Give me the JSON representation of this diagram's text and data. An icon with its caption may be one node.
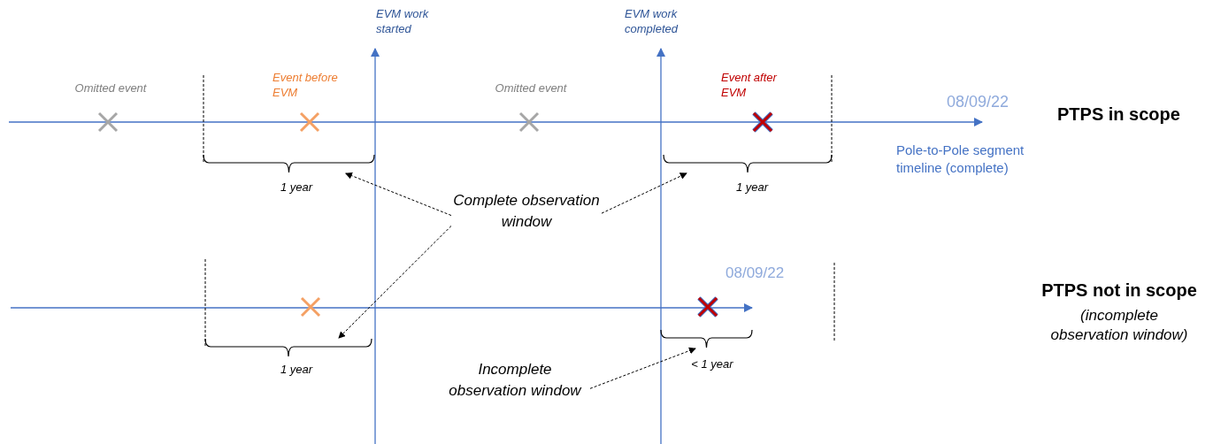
{
  "diagram": {
    "nodes": [
      {
        "text": [
          "Complete observation window"
        ]
      },
      {
        "text": [
          "Incomplete observation window"
        ]
      },
      {
        "text": [],
        "shape": "brace",
        "beside": [
          "1 year"
        ]
      },
      {
        "text": [],
        "shape": "brace",
        "beside": [
          "1 year"
        ]
      },
      {
        "text": [],
        "shape": "brace",
        "beside": [
          "1 year"
        ]
      },
      {
        "text": [],
        "shape": "brace",
        "beside": [
          "< 1 year"
        ]
      }
    ],
    "edges": [
      {
        "from": 0,
        "to": 2,
        "arrow": "to",
        "style": "dashed"
      },
      {
        "from": 0,
        "to": 3,
        "arrow": "to",
        "style": "dashed"
      },
      {
        "from": 0,
        "to": 4,
        "arrow": "to",
        "style": "dashed"
      },
      {
        "from": 1,
        "to": 5,
        "arrow": "to",
        "style": "dashed"
      }
    ],
    "labels": [
      "EVM work started",
      "EVM work completed",
      "Event before EVM",
      "Event after EVM",
      "Omitted event",
      "Omitted event",
      "08/09/22",
      "PTPS in scope",
      "Pole-to-Pole segment timeline (complete)",
      "08/09/22",
      "PTPS not in scope",
      "(incomplete observation window)"
    ]
  }
}
